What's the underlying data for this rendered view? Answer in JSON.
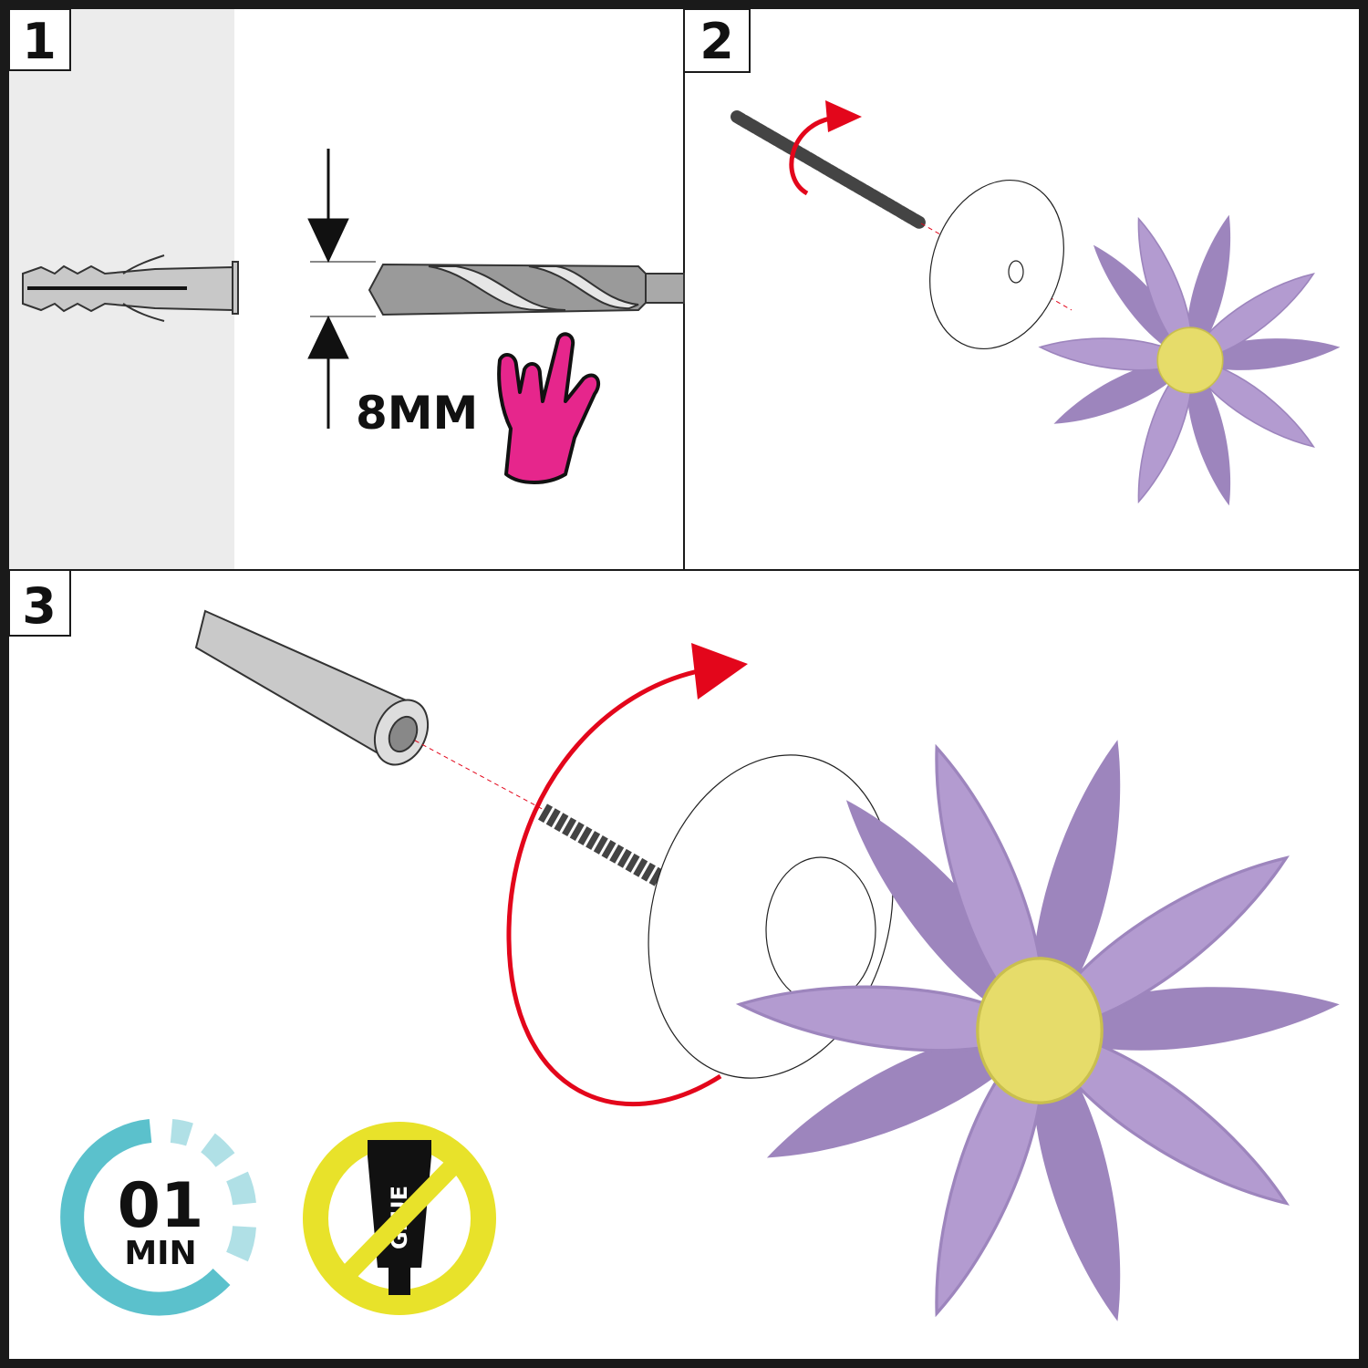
{
  "steps": [
    {
      "number": "1",
      "measure_label": "8MM"
    },
    {
      "number": "2"
    },
    {
      "number": "3"
    }
  ],
  "timer_badge": {
    "value": "01",
    "unit": "MIN",
    "progress_fraction": 0.6
  },
  "no_glue_badge": {
    "tube_label": "GLUE"
  },
  "colors": {
    "border": "#1a1a1a",
    "wall": "#ececec",
    "arrow_red": "#e3061b",
    "hand_pink": "#e6268c",
    "petal": "#b39bd0",
    "petal_dark": "#9d85bd",
    "center_yellow": "#e6dc6a",
    "timer_teal": "#5bc1cc",
    "timer_light": "#b0e0e6",
    "no_sign_yellow": "#e8e22a"
  }
}
